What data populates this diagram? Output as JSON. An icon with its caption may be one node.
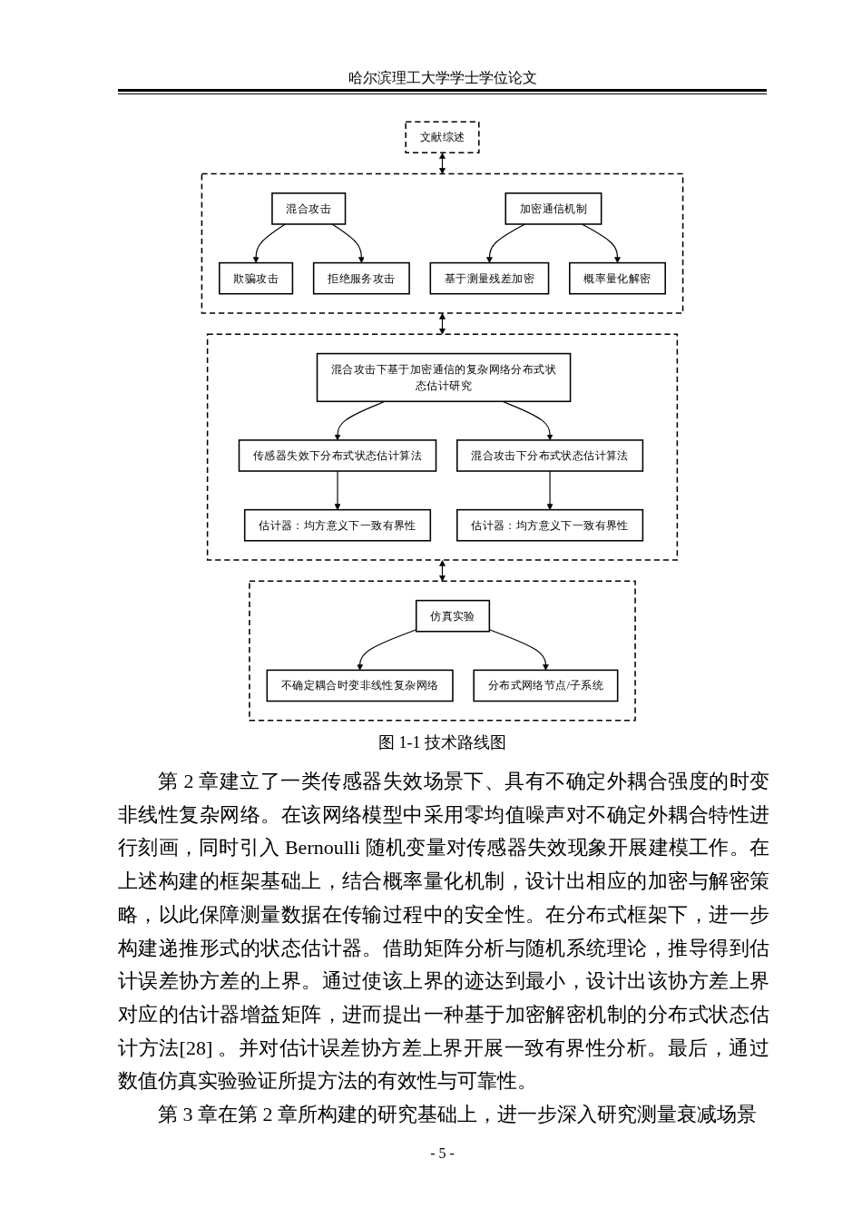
{
  "diagram": {
    "caption": "图 1-1  技术路线图",
    "nodes": [
      {
        "text": [
          "文献综述"
        ]
      },
      {
        "text": [],
        "shape": "box"
      },
      {
        "text": [
          "混合攻击"
        ],
        "in": 1
      },
      {
        "text": [
          "欺骗攻击"
        ],
        "in": 1
      },
      {
        "text": [
          "拒绝服务攻击"
        ],
        "in": 1
      },
      {
        "text": [
          "加密通信机制"
        ],
        "in": 1
      },
      {
        "text": [
          "基于测量残差加密"
        ],
        "in": 1
      },
      {
        "text": [
          "概率量化解密"
        ],
        "in": 1
      },
      {
        "text": [],
        "shape": "box"
      },
      {
        "text": [
          "混合攻击下基于加密通信的复杂网络分布式状态估计研究"
        ],
        "in": 8
      },
      {
        "text": [
          "传感器失效下分布式状态估计算法"
        ],
        "in": 8
      },
      {
        "text": [
          "估计器：均方意义下一致有界性"
        ],
        "in": 8
      },
      {
        "text": [
          "混合攻击下分布式状态估计算法"
        ],
        "in": 8
      },
      {
        "text": [
          "估计器：均方意义下一致有界性"
        ],
        "in": 8
      },
      {
        "text": [],
        "shape": "box"
      },
      {
        "text": [
          "仿真实验"
        ],
        "in": 14
      },
      {
        "text": [
          "不确定耦合时变非线性复杂网络"
        ],
        "in": 14
      },
      {
        "text": [
          "分布式网络节点/子系统"
        ],
        "in": 14
      }
    ],
    "edges": [
      {
        "from": 0,
        "to": 1,
        "arrow": "both"
      },
      {
        "from": 2,
        "to": 3,
        "arrow": "to"
      },
      {
        "from": 2,
        "to": 4,
        "arrow": "to"
      },
      {
        "from": 5,
        "to": 6,
        "arrow": "to"
      },
      {
        "from": 5,
        "to": 7,
        "arrow": "to"
      },
      {
        "from": 1,
        "to": 8,
        "arrow": "both"
      },
      {
        "from": 9,
        "to": 10,
        "arrow": "to"
      },
      {
        "from": 10,
        "to": 11,
        "arrow": "to"
      },
      {
        "from": 9,
        "to": 12,
        "arrow": "to"
      },
      {
        "from": 12,
        "to": 13,
        "arrow": "to"
      },
      {
        "from": 8,
        "to": 14,
        "arrow": "both"
      },
      {
        "from": 15,
        "to": 16,
        "arrow": "to"
      },
      {
        "from": 15,
        "to": 17,
        "arrow": "to"
      }
    ],
    "labels": [
      "哈尔滨理工大学学士学位论文",
      "第 2 章建立了一类传感器失效场景下、具有不确定外耦合强度的时变非线性复杂网络。在该网络模型中采用零均值噪声对不确定外耦合特性进行刻画，同时引入 Bernoulli 随机变量对传感器失效现象开展建模工作。在上述构建的框架基础上，结合概率量化机制，设计出相应的加密与解密策略，以此保障测量数据在传输过程中的安全性。在分布式框架下，进一步构建递推形式的状态估计器。借助矩阵分析与随机系统理论，推导得到估计误差协方差的上界。通过使该上界的迹达到最小，设计出该协方差上界对应的估计器增益矩阵，进而提出一种基于加密解密机制的分布式状态估计方法[28] 。并对估计误差协方差上界开展一致有界性分析。最后，通过数值仿真实验验证所提方法的有效性与可靠性。",
      "第 3 章在第 2 章所构建的研究基础上，进一步深入研究测量衰减场景",
      "- 5 -"
    ]
  }
}
